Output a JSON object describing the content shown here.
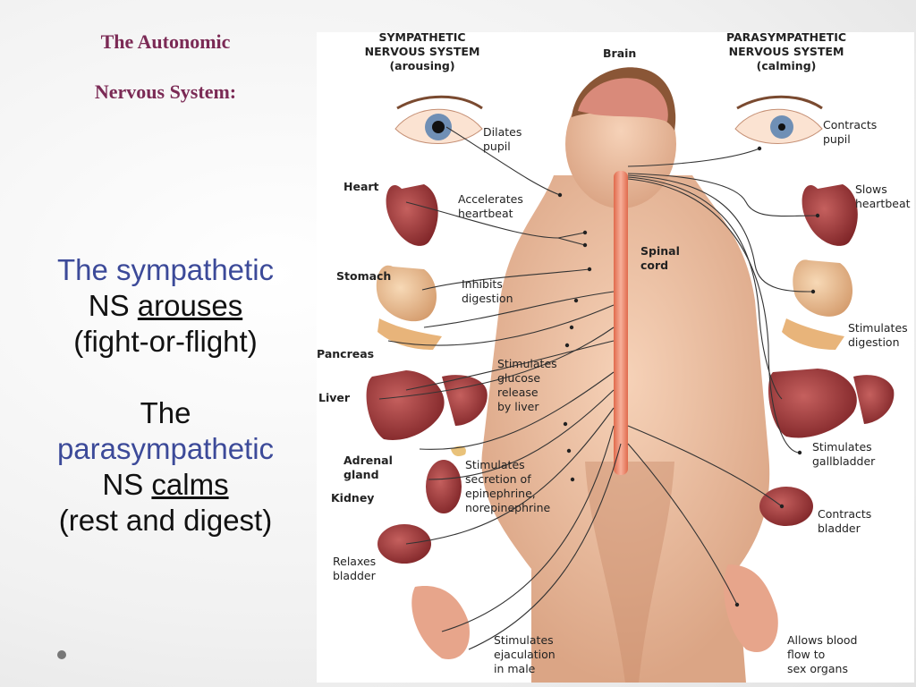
{
  "slide": {
    "title_line1": "The Autonomic",
    "title_line2": "Nervous System:",
    "sym_prefix": "The sympathetic",
    "sym_ns": "NS",
    "sym_verb": "arouses",
    "sym_paren": "(fight-or-flight)",
    "para_the": "The",
    "para_word": "parasympathetic",
    "para_ns": "NS",
    "para_verb": "calms",
    "para_paren": "(rest and digest)"
  },
  "diagram": {
    "sym_header": [
      "SYMPATHETIC",
      "NERVOUS SYSTEM",
      "(arousing)"
    ],
    "para_header": [
      "PARASYMPATHETIC",
      "NERVOUS SYSTEM",
      "(calming)"
    ],
    "brain": "Brain",
    "spinal_cord": [
      "Spinal",
      "cord"
    ],
    "organs": {
      "heart": "Heart",
      "stomach": "Stomach",
      "pancreas": "Pancreas",
      "liver": "Liver",
      "adrenal": [
        "Adrenal",
        "gland"
      ],
      "kidney": "Kidney"
    },
    "sym_effects": {
      "pupil": [
        "Dilates",
        "pupil"
      ],
      "heart": [
        "Accelerates",
        "heartbeat"
      ],
      "digestion": [
        "Inhibits",
        "digestion"
      ],
      "glucose": [
        "Stimulates",
        "glucose",
        "release",
        "by liver"
      ],
      "epinephrine": [
        "Stimulates",
        "secretion of",
        "epinephrine,",
        "norepinephrine"
      ],
      "bladder": [
        "Relaxes",
        "bladder"
      ],
      "ejaculation": [
        "Stimulates",
        "ejaculation",
        "in male"
      ]
    },
    "para_effects": {
      "pupil": [
        "Contracts",
        "pupil"
      ],
      "heart": [
        "Slows",
        "heartbeat"
      ],
      "digestion": [
        "Stimulates",
        "digestion"
      ],
      "gallbladder": [
        "Stimulates",
        "gallbladder"
      ],
      "bladder": [
        "Contracts",
        "bladder"
      ],
      "blood_flow": [
        "Allows blood",
        "flow to",
        "sex organs"
      ]
    }
  }
}
